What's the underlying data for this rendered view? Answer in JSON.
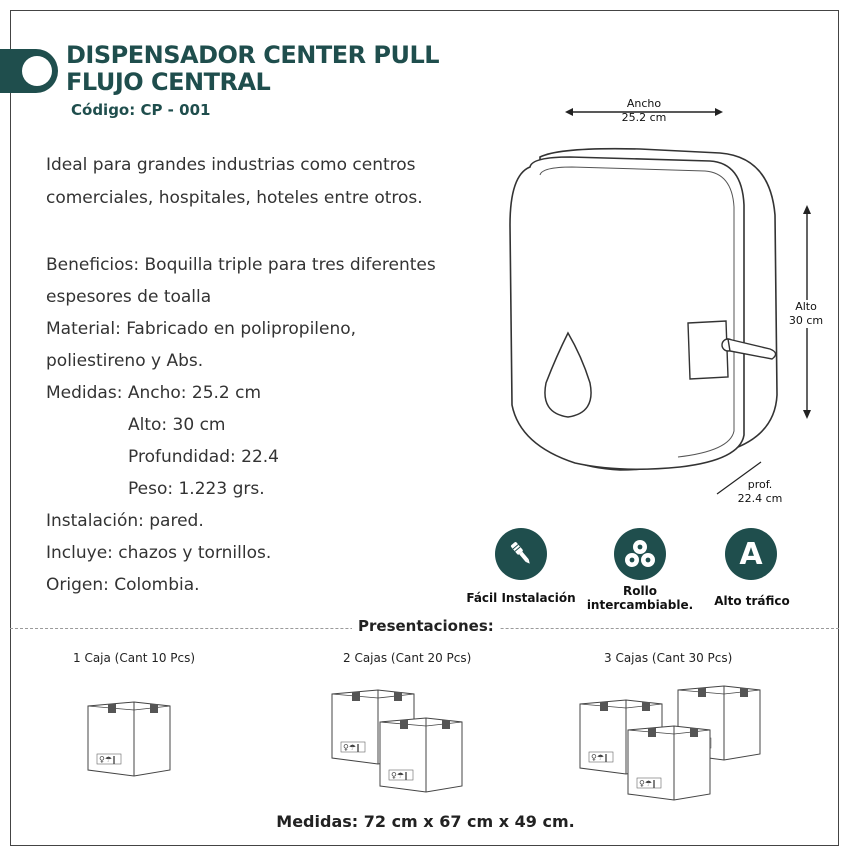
{
  "product": {
    "title_line1": "DISPENSADOR CENTER PULL",
    "title_line2": "FLUJO CENTRAL",
    "code": "Código: CP - 001"
  },
  "description": {
    "intro_line1": "Ideal para grandes industrias como centros",
    "intro_line2": "comerciales, hospitales, hoteles entre otros.",
    "benefits_line1": "Beneficios: Boquilla triple para tres diferentes",
    "benefits_line2": "espesores  de toalla",
    "material_line1": "Material: Fabricado en polipropileno,",
    "material_line2": "poliestireno y Abs.",
    "medidas": "Medidas: Ancho: 25.2 cm",
    "alto": "Alto: 30 cm",
    "profundidad": "Profundidad: 22.4",
    "peso": "Peso: 1.223 grs.",
    "instalacion": "Instalación: pared.",
    "incluye": "Incluye: chazos y tornillos.",
    "origen": "Origen: Colombia."
  },
  "dimensions": {
    "ancho_label": "Ancho",
    "ancho_value": "25.2 cm",
    "alto_label": "Alto",
    "alto_value": "30 cm",
    "prof_label": "prof.",
    "prof_value": "22.4  cm"
  },
  "features": [
    {
      "icon": "screwdriver-icon",
      "label": "Fácil Instalación"
    },
    {
      "icon": "paper-roll-icon",
      "label_line1": "Rollo",
      "label_line2": "intercambiable."
    },
    {
      "icon": "letter-a-icon",
      "glyph": "A",
      "label": "Alto tráfico"
    }
  ],
  "presentations": {
    "title": "Presentaciones:",
    "options": [
      {
        "caption": "1 Caja (Cant 10 Pcs)"
      },
      {
        "caption": "2 Cajas (Cant 20 Pcs)"
      },
      {
        "caption": "3 Cajas (Cant 30 Pcs)"
      }
    ],
    "measurements": "Medidas: 72 cm x 67 cm x 49 cm."
  },
  "colors": {
    "brand": "#1f4e4d",
    "text": "#333333",
    "border": "#444444"
  }
}
